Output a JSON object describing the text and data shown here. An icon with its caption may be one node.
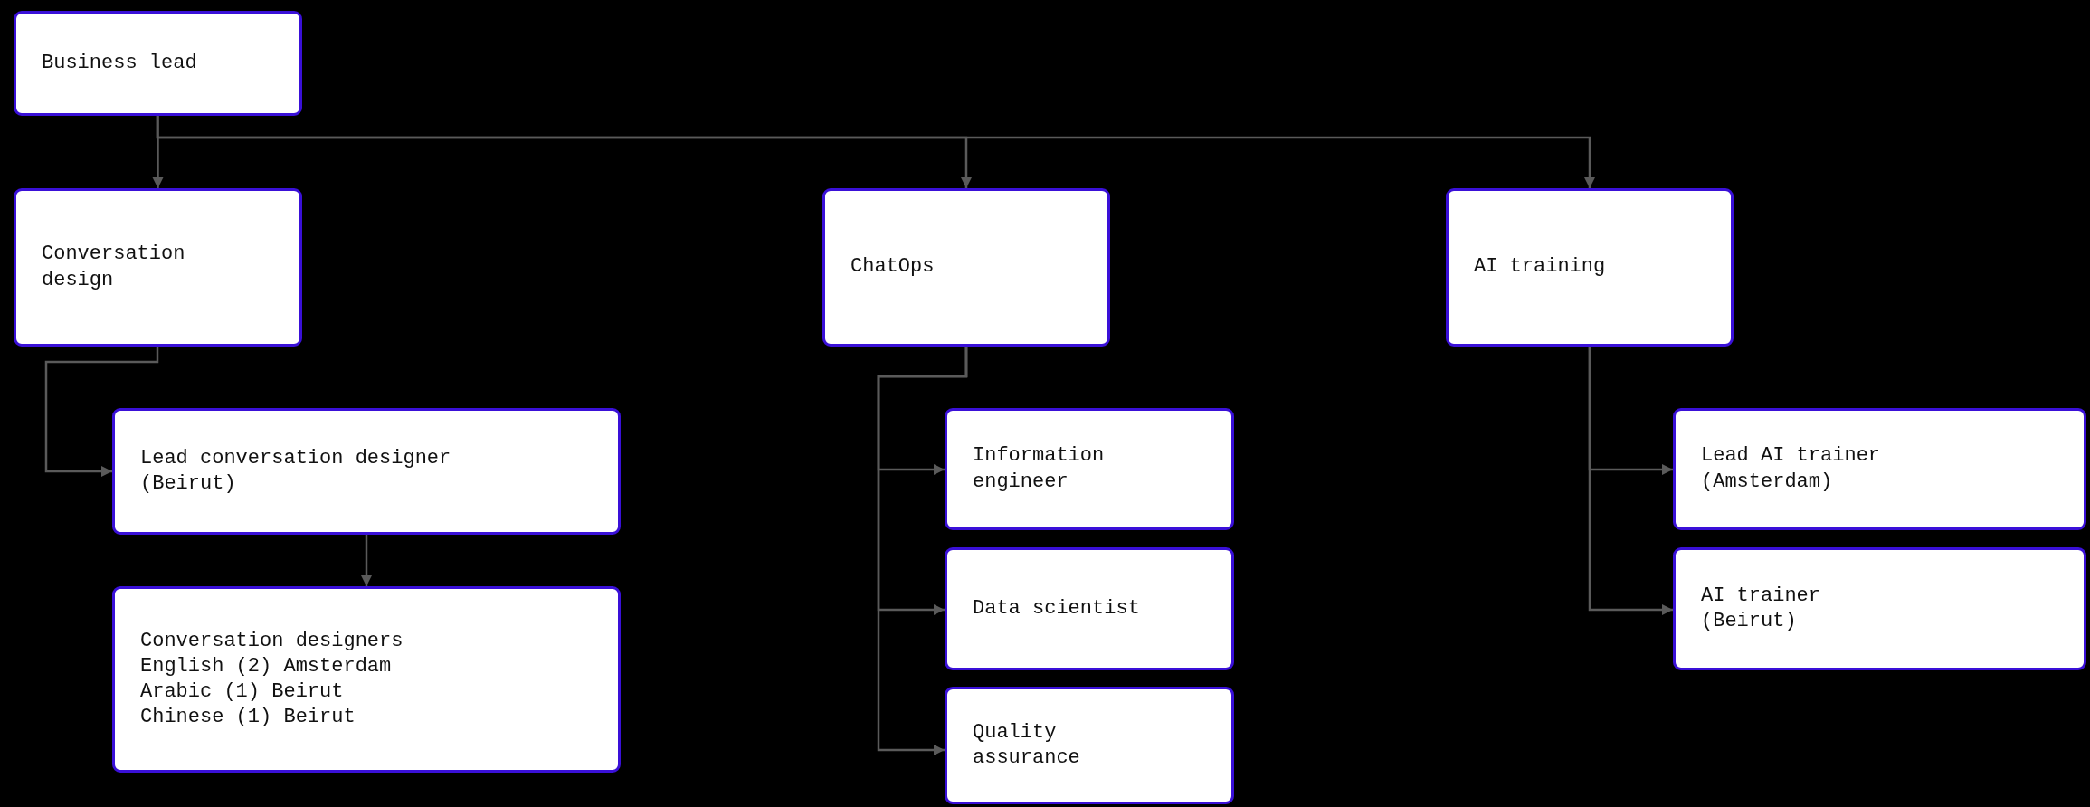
{
  "diagram": {
    "nodes": [
      {
        "text": [
          "Business lead"
        ]
      },
      {
        "text": [
          "Conversation design"
        ]
      },
      {
        "text": [
          "ChatOps"
        ]
      },
      {
        "text": [
          "AI training"
        ]
      },
      {
        "text": [
          "Lead conversation designer (Beirut)"
        ]
      },
      {
        "text": [
          "Conversation designers",
          "English (2) Amsterdam",
          "Arabic (1) Beirut",
          "Chinese (1) Beirut"
        ]
      },
      {
        "text": [
          "Information engineer"
        ]
      },
      {
        "text": [
          "Data scientist"
        ]
      },
      {
        "text": [
          "Quality assurance"
        ]
      },
      {
        "text": [
          "Lead AI trainer (Amsterdam)"
        ]
      },
      {
        "text": [
          "AI trainer (Beirut)"
        ]
      }
    ],
    "edges": [
      {
        "from": 0,
        "to": 1,
        "arrow": "to"
      },
      {
        "from": 0,
        "to": 2,
        "arrow": "to"
      },
      {
        "from": 0,
        "to": 3,
        "arrow": "to"
      },
      {
        "from": 1,
        "to": 4,
        "arrow": "to"
      },
      {
        "from": 4,
        "to": 5,
        "arrow": "to"
      },
      {
        "from": 2,
        "to": 6,
        "arrow": "to"
      },
      {
        "from": 2,
        "to": 7,
        "arrow": "to"
      },
      {
        "from": 2,
        "to": 8,
        "arrow": "to"
      },
      {
        "from": 3,
        "to": 9,
        "arrow": "to"
      },
      {
        "from": 3,
        "to": 10,
        "arrow": "to"
      }
    ]
  }
}
